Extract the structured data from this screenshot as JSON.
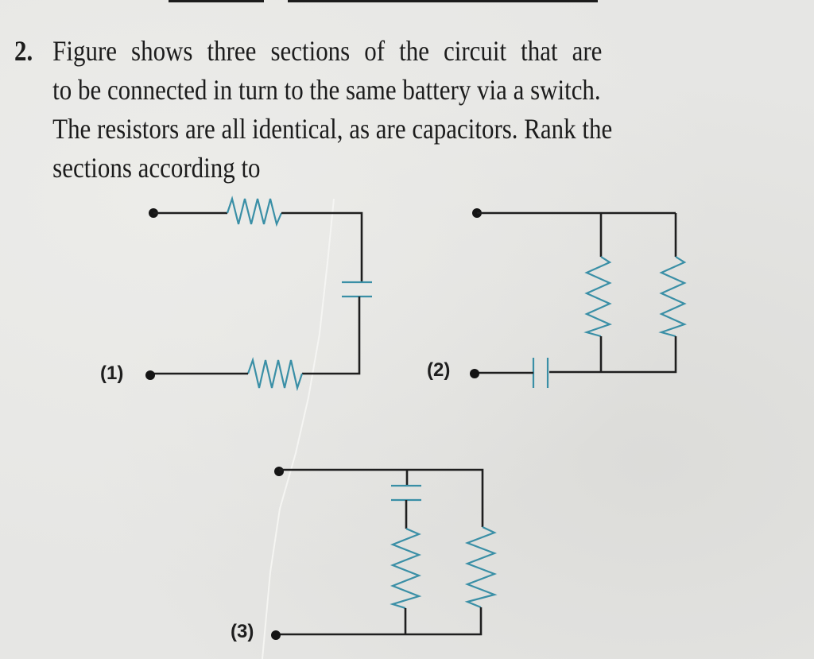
{
  "question": {
    "number": "2.",
    "lines": [
      "Figure shows three sections of the circuit that are",
      "to be connected in turn to the same battery via a switch.",
      "The resistors are all identical, as are capacitors. Rank the",
      "sections according to"
    ]
  },
  "figure": {
    "colors": {
      "wire": "#1e1e1e",
      "component": "#3a8fa6"
    },
    "sections": [
      {
        "label": "(1)",
        "description": "resistor, capacitor and resistor in series"
      },
      {
        "label": "(2)",
        "description": "capacitor in series with two parallel resistors"
      },
      {
        "label": "(3)",
        "description": "capacitor-resistor branch in parallel with a resistor"
      }
    ]
  }
}
